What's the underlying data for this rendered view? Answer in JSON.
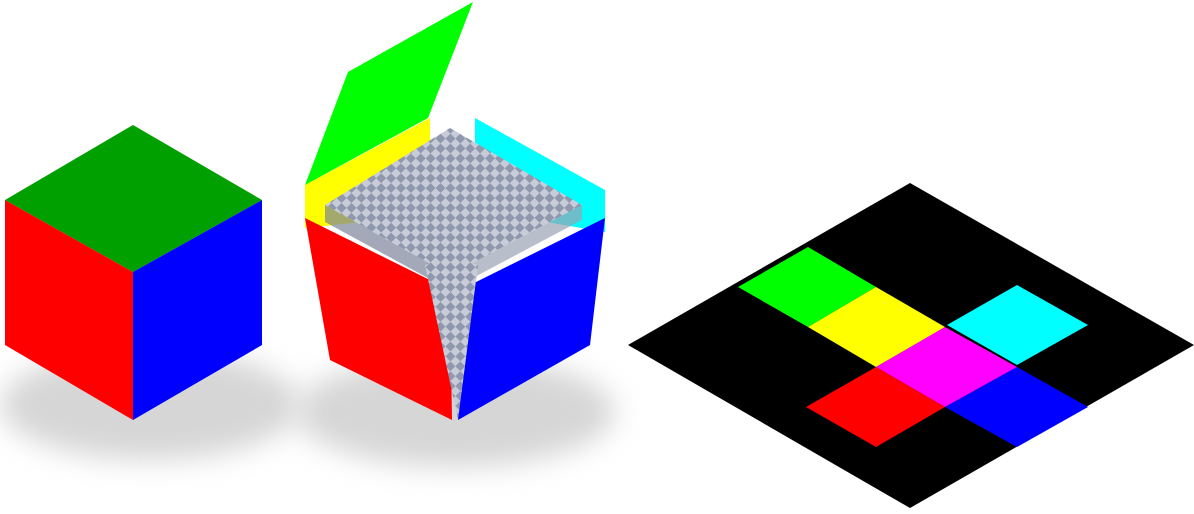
{
  "scene": {
    "background": "#ffffff",
    "colors": {
      "top": "#00a000",
      "left": "#ff0000",
      "right": "#0000ff",
      "open_flap": "#00ff00",
      "inner_left": "#ffff00",
      "inner_right": "#00ffff",
      "inner_surface": "#8a94a8",
      "checker_light": "#c8ccd8",
      "net_background": "#000000",
      "net_center": "#ff00ff"
    },
    "cube_closed": {
      "faces": [
        "top",
        "left",
        "right"
      ]
    },
    "cube_open": {
      "faces": [
        "open_flap",
        "inner_left",
        "inner_right",
        "left",
        "right",
        "inner_surface"
      ]
    },
    "unfolded_net": {
      "squares": [
        "open_flap",
        "inner_left",
        "inner_right",
        "net_center",
        "left",
        "right"
      ]
    }
  }
}
